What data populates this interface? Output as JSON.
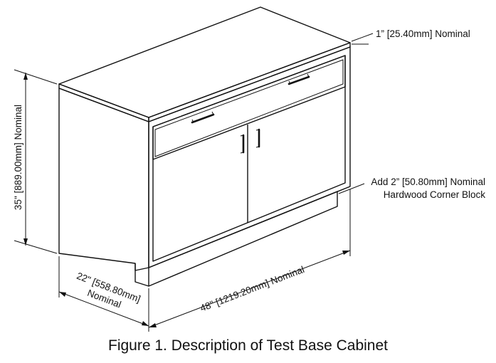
{
  "diagram": {
    "top_thickness_label": "1” [25.40mm] Nominal",
    "corner_block_label_line1": "Add 2” [50.80mm] Nominal",
    "corner_block_label_line2": "Hardwood Corner Block",
    "height_label": "35\" [889.00mm] Nominal",
    "depth_label_line1": "22\" [558.80mm]",
    "depth_label_line2": "Nominal",
    "width_label": "48\" [1219.20mm] Nominal"
  },
  "caption": "Figure 1. Description of Test Base Cabinet"
}
